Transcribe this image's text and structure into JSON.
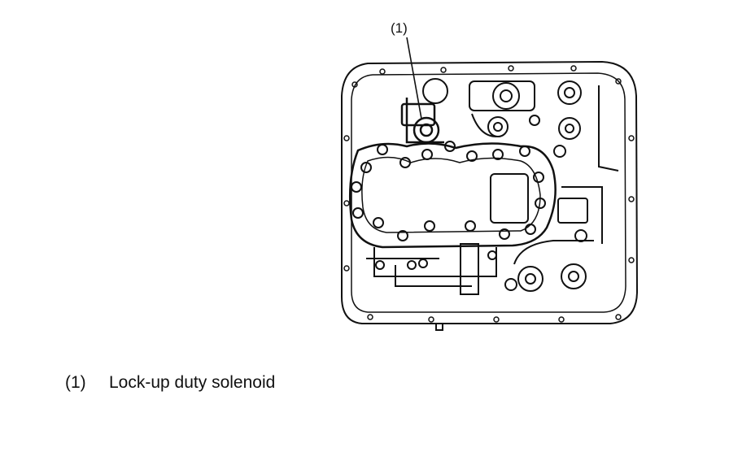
{
  "callout": {
    "number": "(1)"
  },
  "legend": [
    {
      "number": "(1)",
      "label": "Lock-up duty solenoid"
    }
  ]
}
